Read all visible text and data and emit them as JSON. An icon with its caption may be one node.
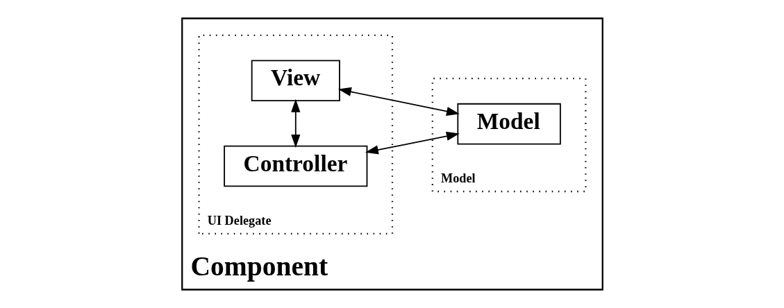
{
  "diagram": {
    "nodes": [
      {
        "text": [
          "Component"
        ]
      },
      {
        "text": [
          "Model"
        ],
        "in": 0
      },
      {
        "text": [
          "Model"
        ],
        "in": 1
      },
      {
        "text": [
          "UI Delegate"
        ],
        "in": 0
      },
      {
        "text": [
          "View"
        ],
        "in": 3
      },
      {
        "text": [
          "Controller"
        ],
        "in": 3
      }
    ],
    "edges": [
      {
        "from": 4,
        "to": 2,
        "arrow": "both"
      },
      {
        "from": 5,
        "to": 2,
        "arrow": "both"
      },
      {
        "from": 4,
        "to": 5,
        "arrow": "both"
      }
    ]
  }
}
